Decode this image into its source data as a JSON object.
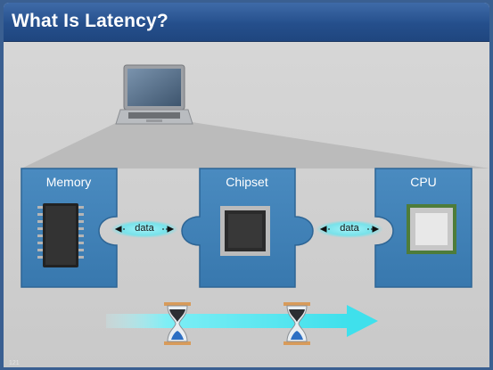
{
  "slide": {
    "title": "What Is Latency?",
    "page_number": "121"
  },
  "diagram": {
    "blocks": [
      {
        "label": "Memory"
      },
      {
        "label": "Chipset"
      },
      {
        "label": "CPU"
      }
    ],
    "links": [
      {
        "label": "data"
      },
      {
        "label": "data"
      }
    ]
  },
  "icons": [
    "laptop-icon",
    "memory-chip-icon",
    "chipset-chip-icon",
    "cpu-icon",
    "hourglass-icon",
    "arrow-right-icon"
  ],
  "colors": {
    "title_bar": "#254f8c",
    "block_fill": "#3f7fb5",
    "arrow": "#5fe8f0"
  }
}
